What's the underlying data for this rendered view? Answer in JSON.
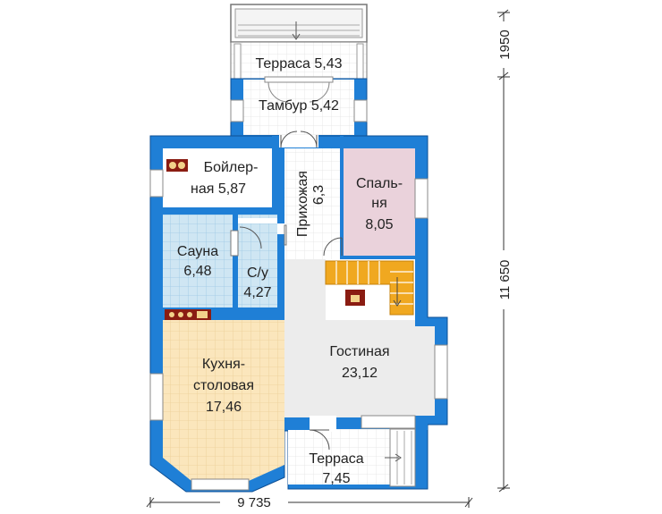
{
  "rooms": {
    "terrace_top": {
      "name": "Терраса",
      "area": "5,43"
    },
    "tambur": {
      "name": "Тамбур",
      "area": "5,42"
    },
    "boiler": {
      "name_line1": "Бойлер-",
      "name_line2": "ная",
      "area": "5,87"
    },
    "hall": {
      "name": "Прихожая",
      "area": "6,3"
    },
    "bedroom": {
      "name_line1": "Спаль-",
      "name_line2": "ня",
      "area": "8,05"
    },
    "sauna": {
      "name": "Сауна",
      "area": "6,48"
    },
    "wc": {
      "name": "С/у",
      "area": "4,27"
    },
    "living": {
      "name": "Гостиная",
      "area": "23,12"
    },
    "kitchen": {
      "name_line1": "Кухня-",
      "name_line2": "столовая",
      "area": "17,46"
    },
    "terrace_bottom": {
      "name": "Терраса",
      "area": "7,45"
    }
  },
  "dimensions": {
    "width_total": "9 735",
    "height_main": "11 650",
    "height_terrace": "1950"
  },
  "colors": {
    "wall": "#1f7fd6",
    "wall_outline": "#0d4f94",
    "floor": "#ffffff",
    "bedroom": "#ead2db",
    "living": "#ececec",
    "kitchen": "#fbe6bc",
    "wet_tile": "#cfe6f3",
    "stairs": "#f0a820",
    "stove": "#8a1c12"
  }
}
